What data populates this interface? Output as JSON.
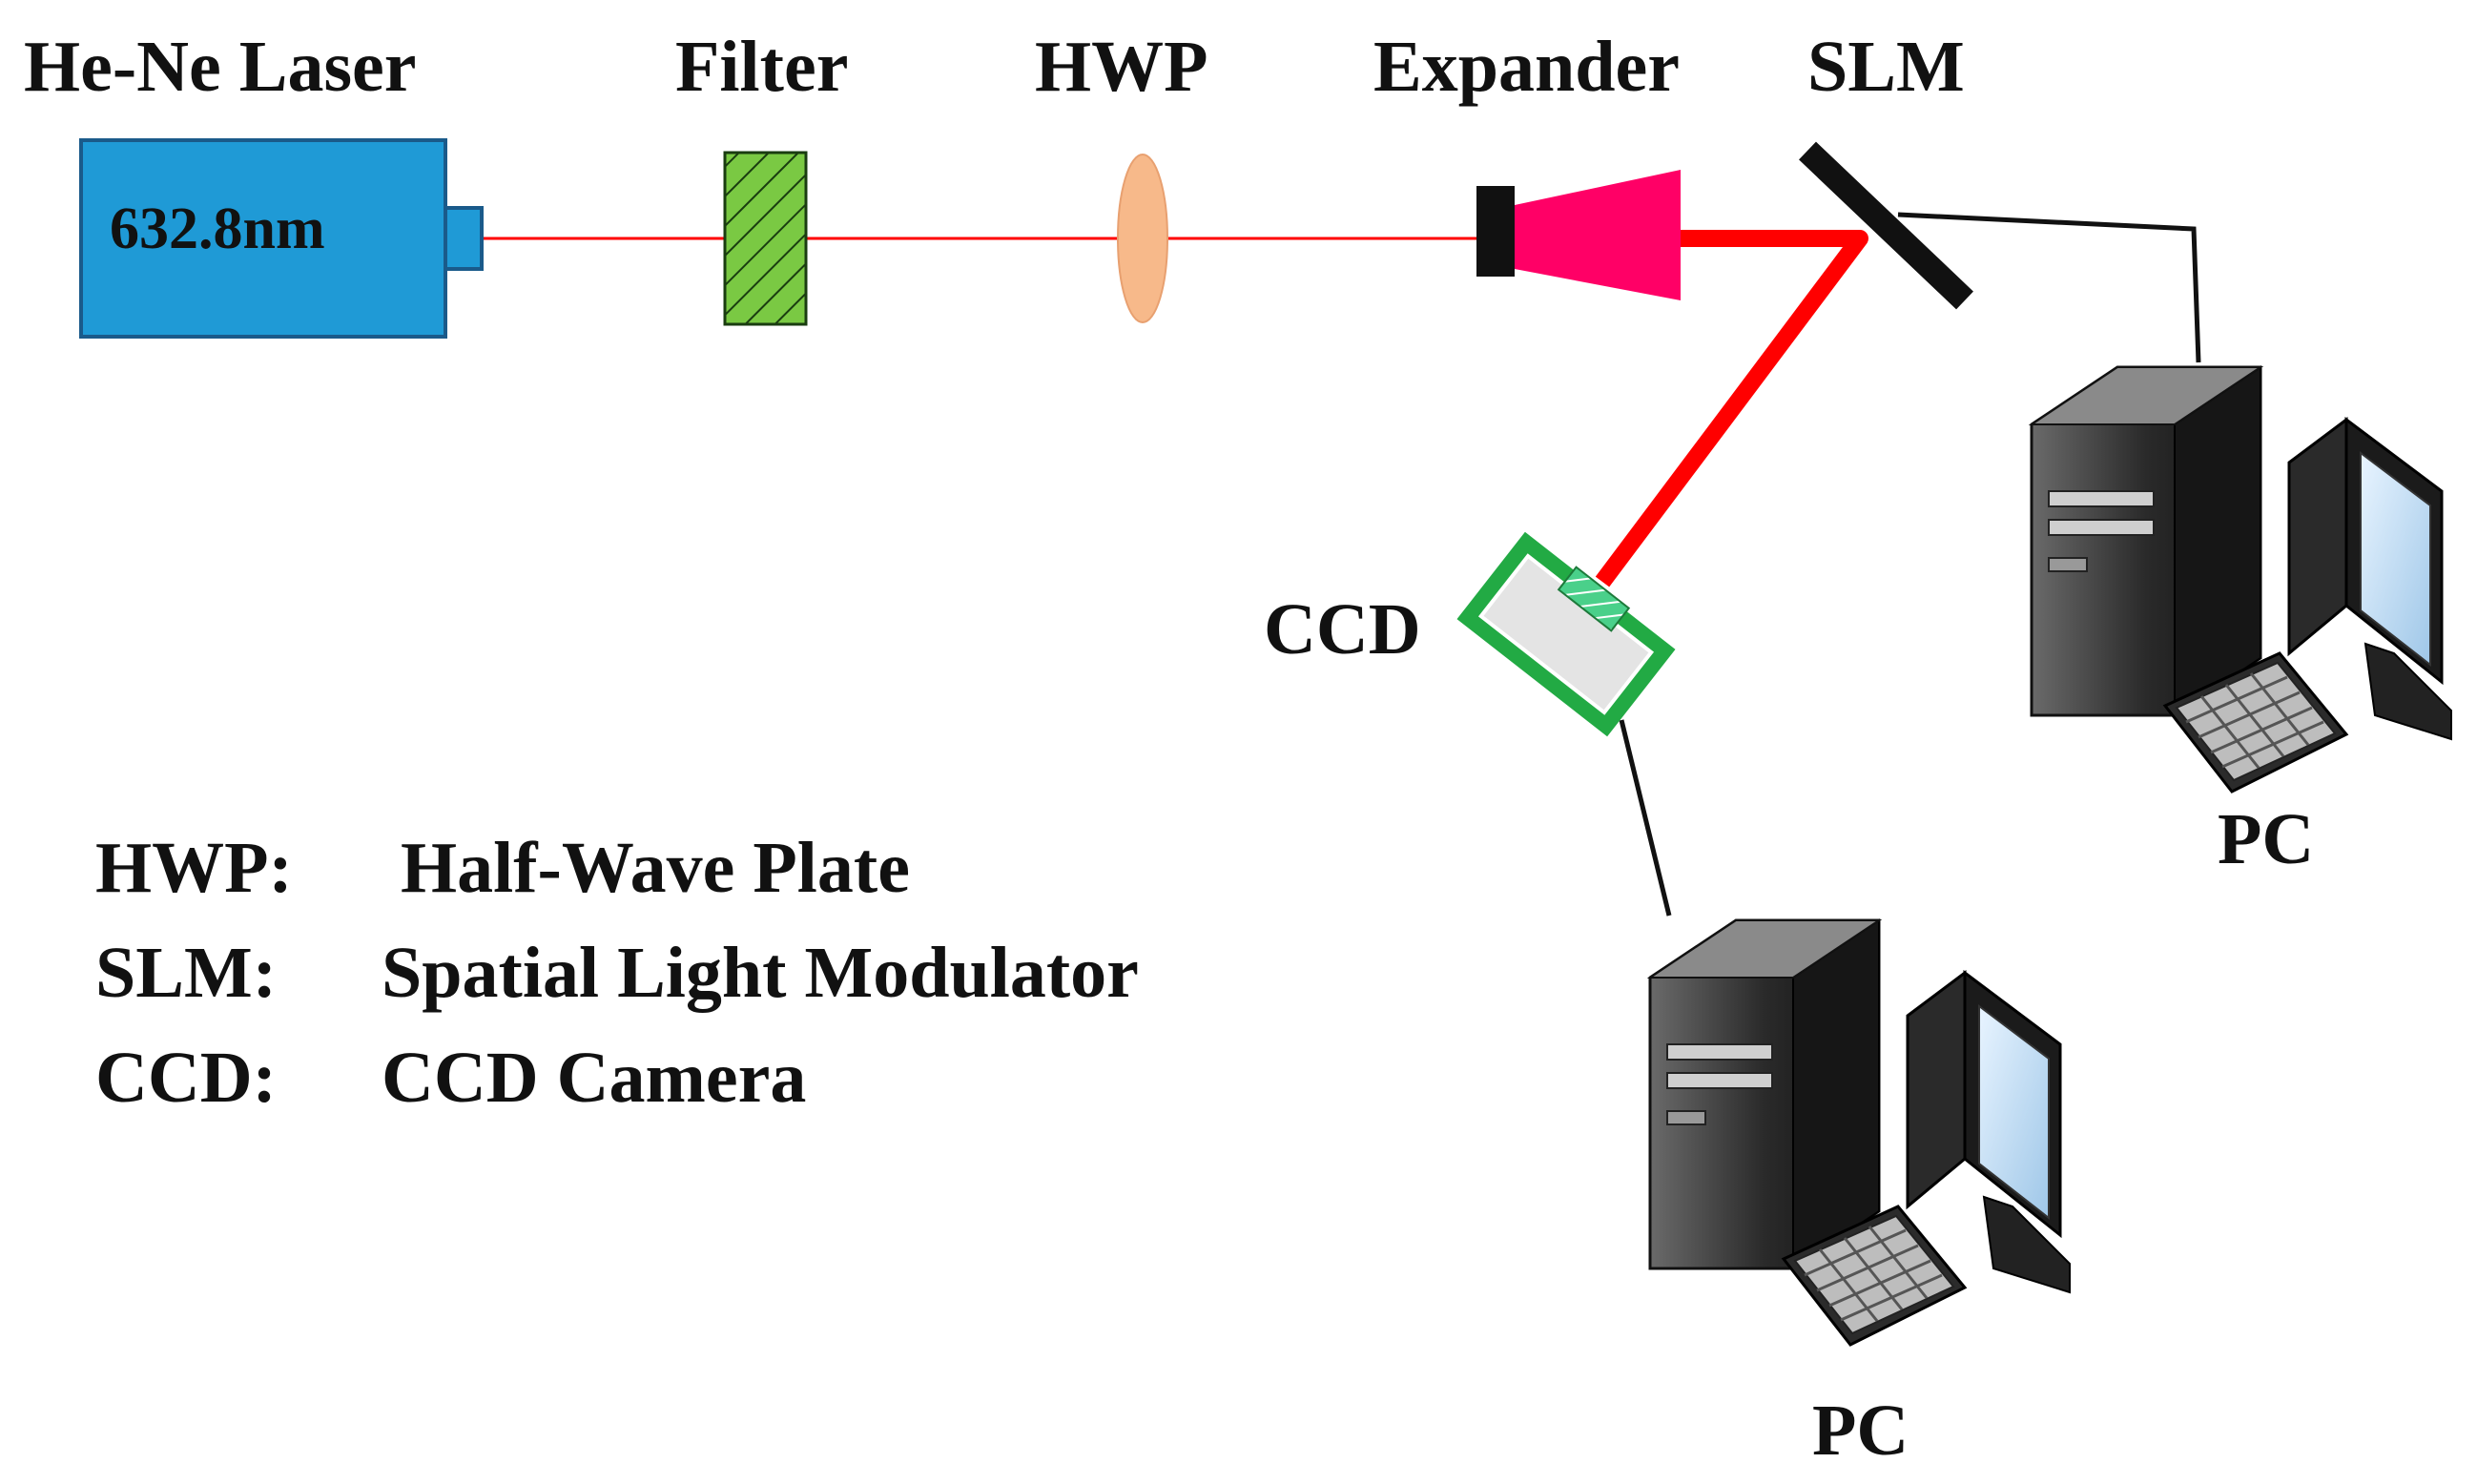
{
  "labels": {
    "laser": "He-Ne Laser",
    "filter": "Filter",
    "hwp": "HWP",
    "expander": "Expander",
    "slm": "SLM",
    "ccd": "CCD",
    "pc_right": "PC",
    "pc_bottom": "PC"
  },
  "laser": {
    "wavelength": "632.8nm"
  },
  "legend": [
    {
      "abbr": "HWP:",
      "meaning": "Half-Wave Plate"
    },
    {
      "abbr": "SLM:",
      "meaning": "Spatial Light Modulator"
    },
    {
      "abbr": "CCD:",
      "meaning": "CCD Camera"
    }
  ],
  "colors": {
    "laser_body": "#1f9ad6",
    "beam": "#ff0000",
    "filter": "#7ac943",
    "hwp": "#f7b98a",
    "expander": "#ff0066",
    "ccd_frame": "#22aa44",
    "slm": "#111111"
  },
  "icons": [
    "desktop-computer-icon",
    "desktop-computer-icon"
  ]
}
